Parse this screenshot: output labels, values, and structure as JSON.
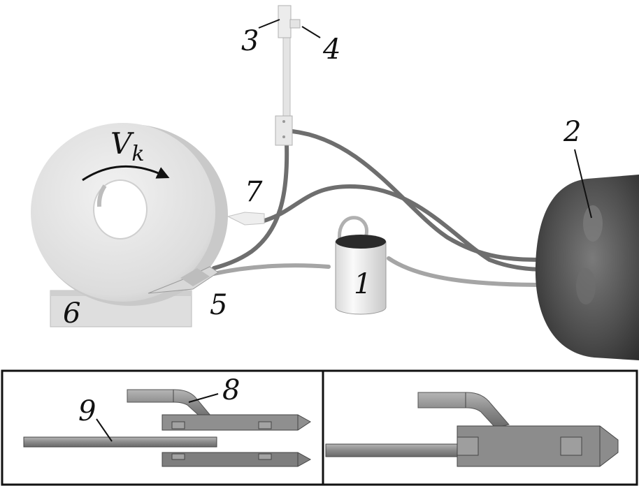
{
  "labels": {
    "l1": "1",
    "l2": "2",
    "l3": "3",
    "l4": "4",
    "l5": "5",
    "l6": "6",
    "l7": "7",
    "l8": "8",
    "l9": "9"
  },
  "wheel_velocity": {
    "symbol": "V",
    "subscript": "k"
  },
  "colors": {
    "wheel": "#e6e6e6",
    "hose": "#6e6e6e",
    "tank": "#555555",
    "nozzle": "#9a9a9a",
    "frame": "#111111"
  }
}
